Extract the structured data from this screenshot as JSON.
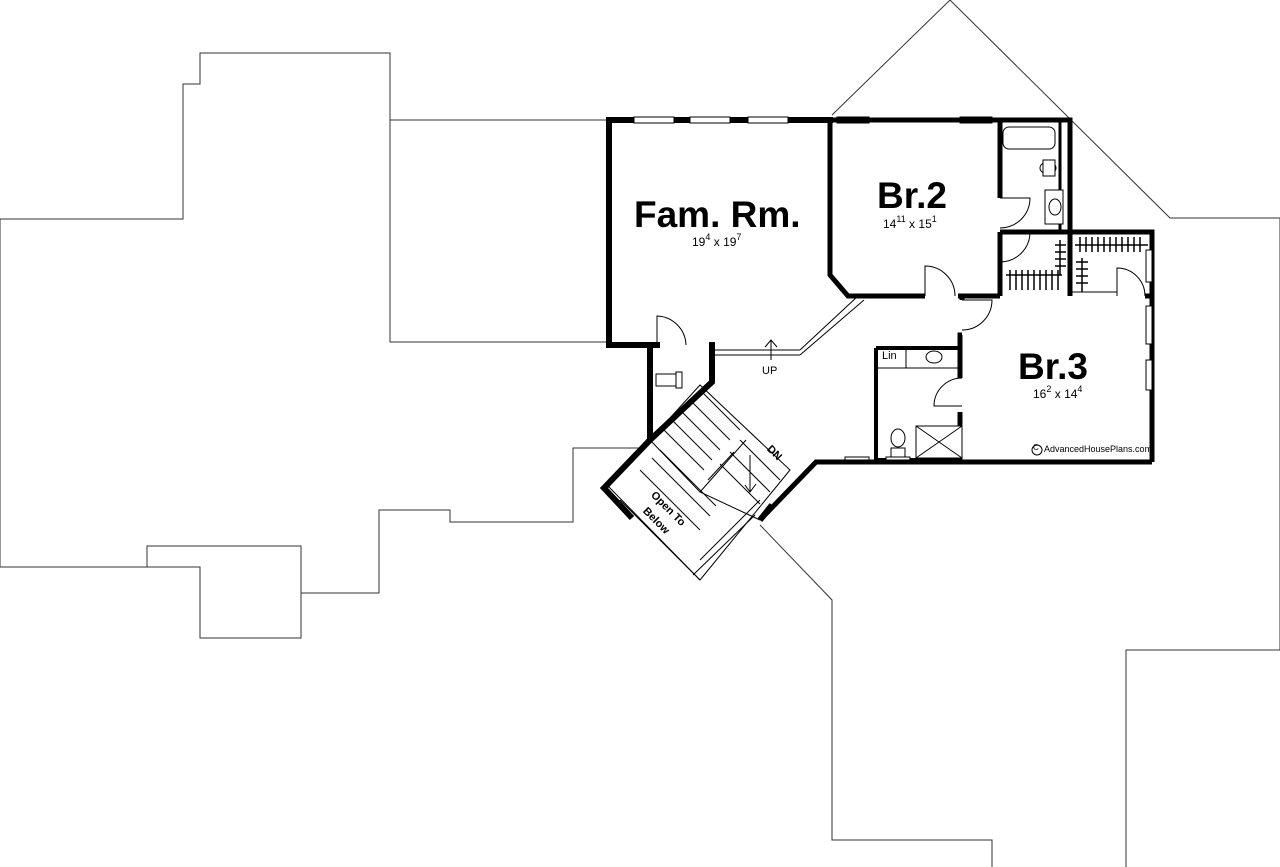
{
  "rooms": {
    "fam": {
      "name": "Fam. Rm.",
      "w_ft": "19",
      "w_in": "4",
      "sep": "x",
      "l_ft": "19",
      "l_in": "7"
    },
    "br2": {
      "name": "Br.2",
      "w_ft": "14",
      "w_in": "11",
      "sep": "x",
      "l_ft": "15",
      "l_in": "1"
    },
    "br3": {
      "name": "Br.3",
      "w_ft": "16",
      "w_in": "2",
      "sep": "x",
      "l_ft": "14",
      "l_in": "4"
    }
  },
  "labels": {
    "up": "UP",
    "dn": "DN",
    "lin": "Lin",
    "open_to_below_1": "Open To",
    "open_to_below_2": "Below"
  },
  "watermark": {
    "symbol": "C",
    "text": "AdvancedHousePlans.com"
  },
  "colors": {
    "wall": "#000000",
    "outline": "#333333",
    "background": "#ffffff"
  }
}
